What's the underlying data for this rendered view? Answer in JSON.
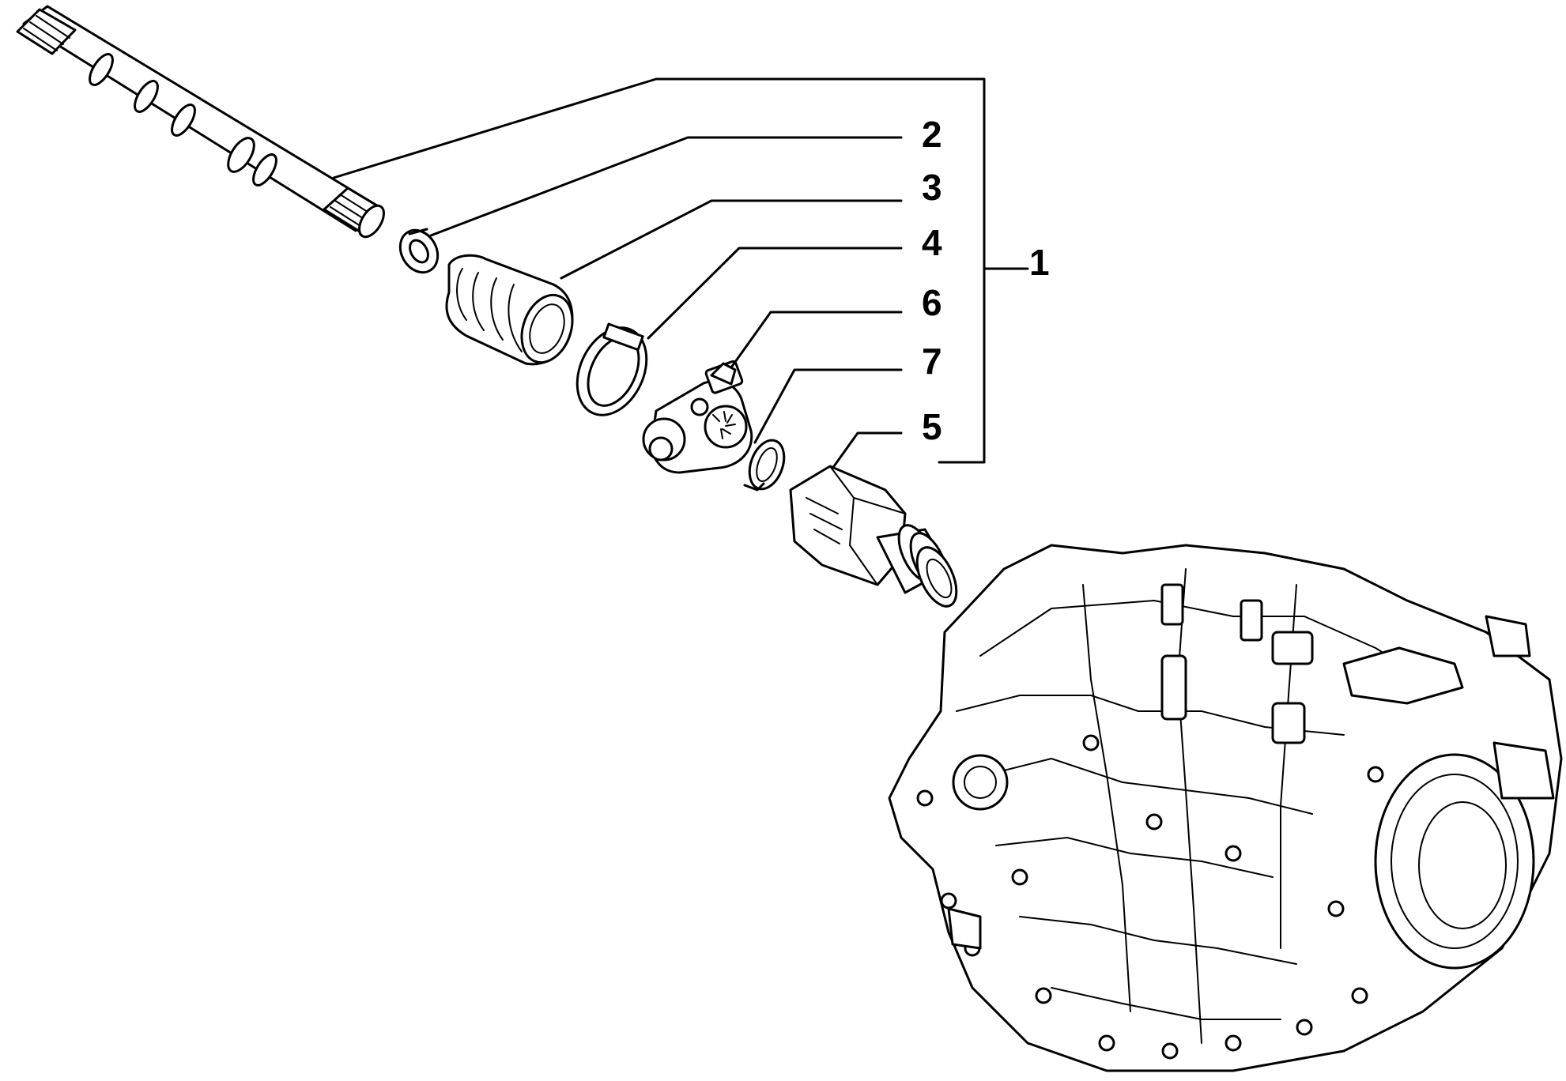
{
  "diagram": {
    "callouts": [
      {
        "id": "1",
        "label": "1"
      },
      {
        "id": "2",
        "label": "2"
      },
      {
        "id": "3",
        "label": "3"
      },
      {
        "id": "4",
        "label": "4"
      },
      {
        "id": "6",
        "label": "6"
      },
      {
        "id": "7",
        "label": "7"
      },
      {
        "id": "5",
        "label": "5"
      }
    ],
    "parts": [
      "drive-shaft",
      "snap-ring",
      "protective-boot",
      "boot-clamp",
      "tripod-joint",
      "retaining-ring",
      "joint-housing",
      "transmission"
    ],
    "colors": {
      "line": "#000000",
      "background": "#ffffff"
    }
  }
}
